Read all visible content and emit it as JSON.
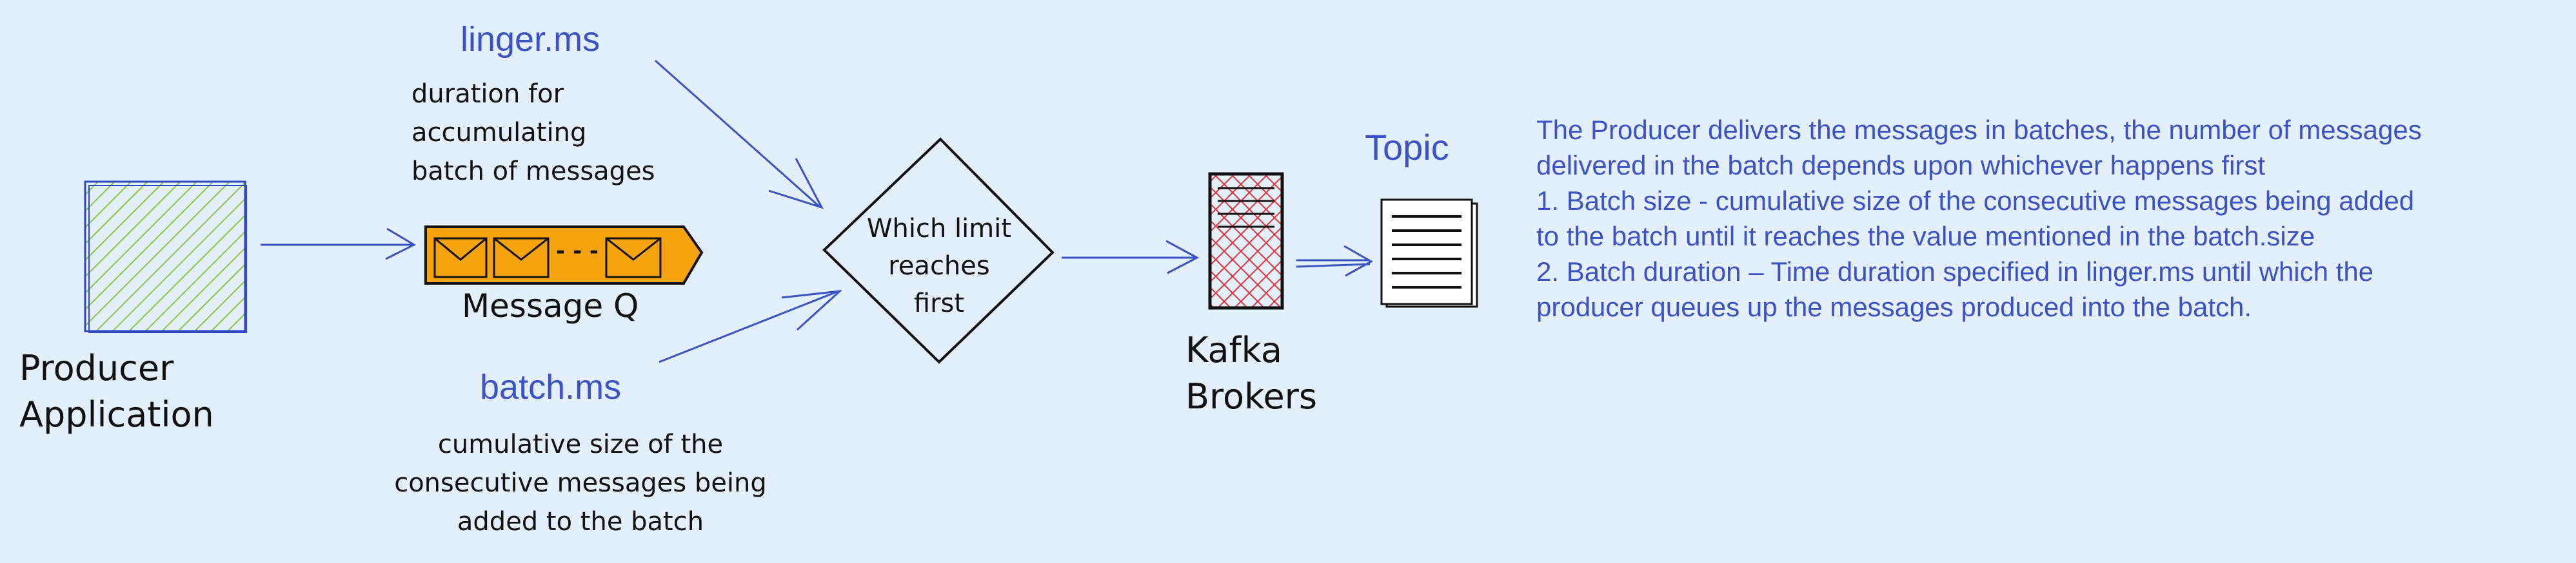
{
  "colors": {
    "background": "#e3effa",
    "accent_blue": "#3b52c4",
    "producer_fill": "#8cc63f",
    "queue_fill": "#f5a30f",
    "broker_hatch": "#e0303a"
  },
  "icons": {
    "producer": "hatched-square",
    "queue": "envelope-queue",
    "decision": "diamond",
    "broker": "server-rack",
    "topic": "document-stack"
  },
  "producer": {
    "label_line1": "Producer",
    "label_line2": "Application"
  },
  "queue": {
    "label": "Message Q",
    "ellipsis": "- - -"
  },
  "linger": {
    "title": "linger.ms",
    "desc_line1": "duration for",
    "desc_line2": "accumulating",
    "desc_line3": "batch of messages"
  },
  "batch": {
    "title": "batch.ms",
    "desc_line1": "cumulative size of the",
    "desc_line2": "consecutive messages being",
    "desc_line3": "added to the batch"
  },
  "decision": {
    "line1": "Which limit",
    "line2": "reaches",
    "line3": "first"
  },
  "broker": {
    "label_line1": "Kafka",
    "label_line2": "Brokers"
  },
  "topic": {
    "label": "Topic"
  },
  "note": {
    "lines": [
      "The Producer delivers the messages in batches, the number of messages",
      "delivered in the batch depends upon whichever happens first",
      "1.  Batch size - cumulative size of the consecutive messages being added",
      "to the batch until it reaches the value mentioned in the batch.size",
      "2.  Batch duration – Time duration specified in linger.ms until which the",
      "producer queues up the messages produced into the batch."
    ]
  }
}
